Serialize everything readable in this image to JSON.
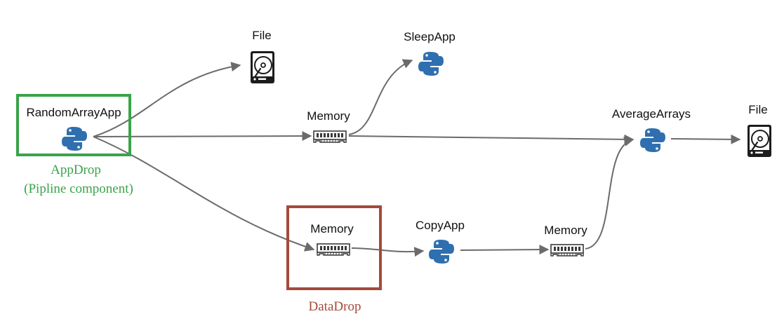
{
  "nodes": {
    "random_array_app": {
      "label": "RandomArrayApp",
      "icon": "python-icon"
    },
    "file_top": {
      "label": "File",
      "icon": "hard-disk-icon"
    },
    "memory_top": {
      "label": "Memory",
      "icon": "memory-chip-icon"
    },
    "sleep_app": {
      "label": "SleepApp",
      "icon": "python-icon"
    },
    "average_arrays": {
      "label": "AverageArrays",
      "icon": "python-icon"
    },
    "file_right": {
      "label": "File",
      "icon": "hard-disk-icon"
    },
    "memory_bottom_left": {
      "label": "Memory",
      "icon": "memory-chip-icon"
    },
    "copy_app": {
      "label": "CopyApp",
      "icon": "python-icon"
    },
    "memory_bottom_right": {
      "label": "Memory",
      "icon": "memory-chip-icon"
    }
  },
  "annotations": {
    "app_drop": {
      "line1": "AppDrop",
      "line2": "(Pipline component)",
      "color": "#3aa34a"
    },
    "data_drop": {
      "line1": "DataDrop",
      "color": "#a34a3b"
    }
  },
  "colors": {
    "edge": "#6b6b6b",
    "python_blue": "#2f6fb0",
    "python_yellow": "#f5cf3a"
  }
}
